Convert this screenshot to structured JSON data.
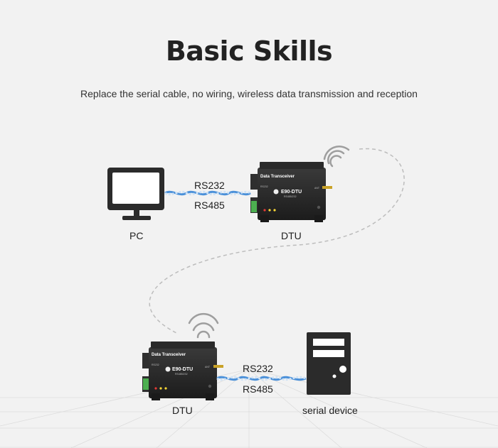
{
  "title": "Basic Skills",
  "subtitle": "Replace the serial cable, no wiring, wireless data transmission and reception",
  "top": {
    "pc_label": "PC",
    "dtu_label": "DTU",
    "link_top": "RS232",
    "link_bottom": "RS485"
  },
  "bottom": {
    "dtu_label": "DTU",
    "device_label": "serial device",
    "link_top": "RS232",
    "link_bottom": "RS485"
  },
  "dtu": {
    "header": "Data Transceiver",
    "model": "E90-DTU",
    "model_sub": "RS485/232",
    "ant": "ANT",
    "port": "RS232"
  },
  "colors": {
    "cable_blue": "#4a90d9",
    "cable_light": "#cfe2f5",
    "device_dark": "#2a2a2a",
    "terminal_green": "#4caf50"
  }
}
